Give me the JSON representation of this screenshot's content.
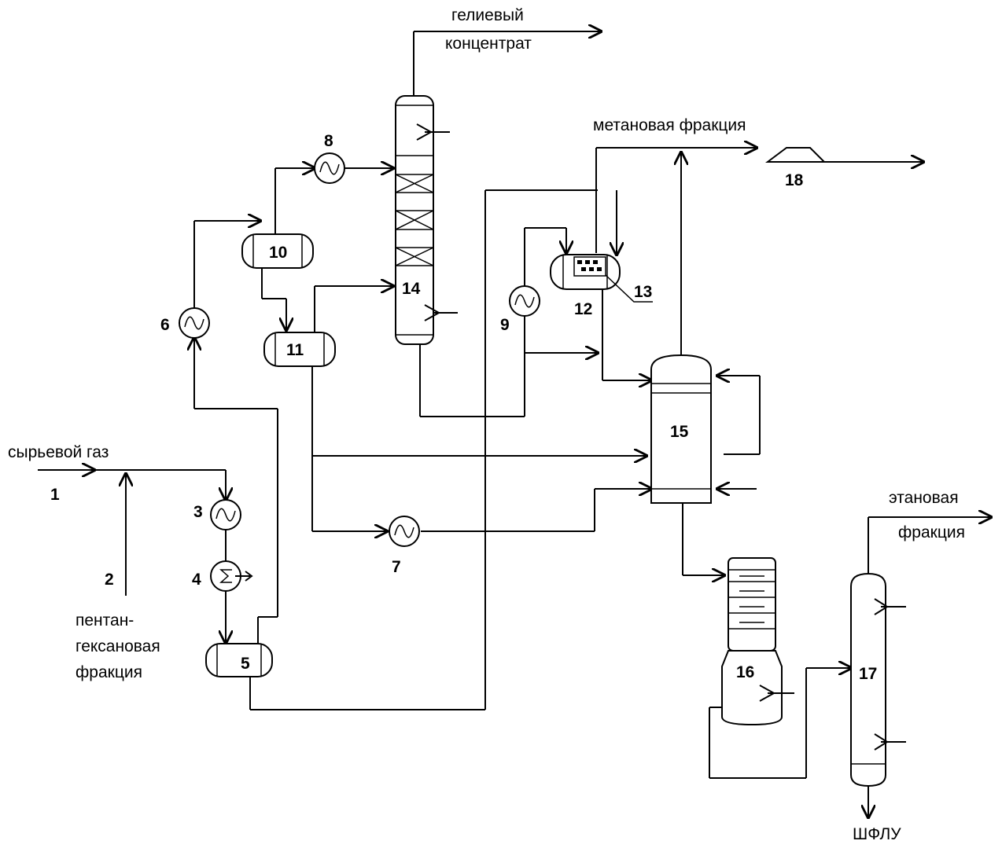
{
  "streams": {
    "helium_line1": "гелиевый",
    "helium_line2": "концентрат",
    "methane": "метановая фракция",
    "raw_gas": "сырьевой газ",
    "pentane_line1": "пентан-",
    "pentane_line2": "гексановая",
    "pentane_line3": "фракция",
    "ethane_line1": "этановая",
    "ethane_line2": "фракция",
    "ngl": "ШФЛУ"
  },
  "equipment": {
    "n1": "1",
    "n2": "2",
    "n3": "3",
    "n4": "4",
    "n5": "5",
    "n6": "6",
    "n7": "7",
    "n8": "8",
    "n9": "9",
    "n10": "10",
    "n11": "11",
    "n12": "12",
    "n13": "13",
    "n14": "14",
    "n15": "15",
    "n16": "16",
    "n17": "17",
    "n18": "18"
  },
  "colors": {
    "line": "#000000",
    "background": "#ffffff"
  }
}
